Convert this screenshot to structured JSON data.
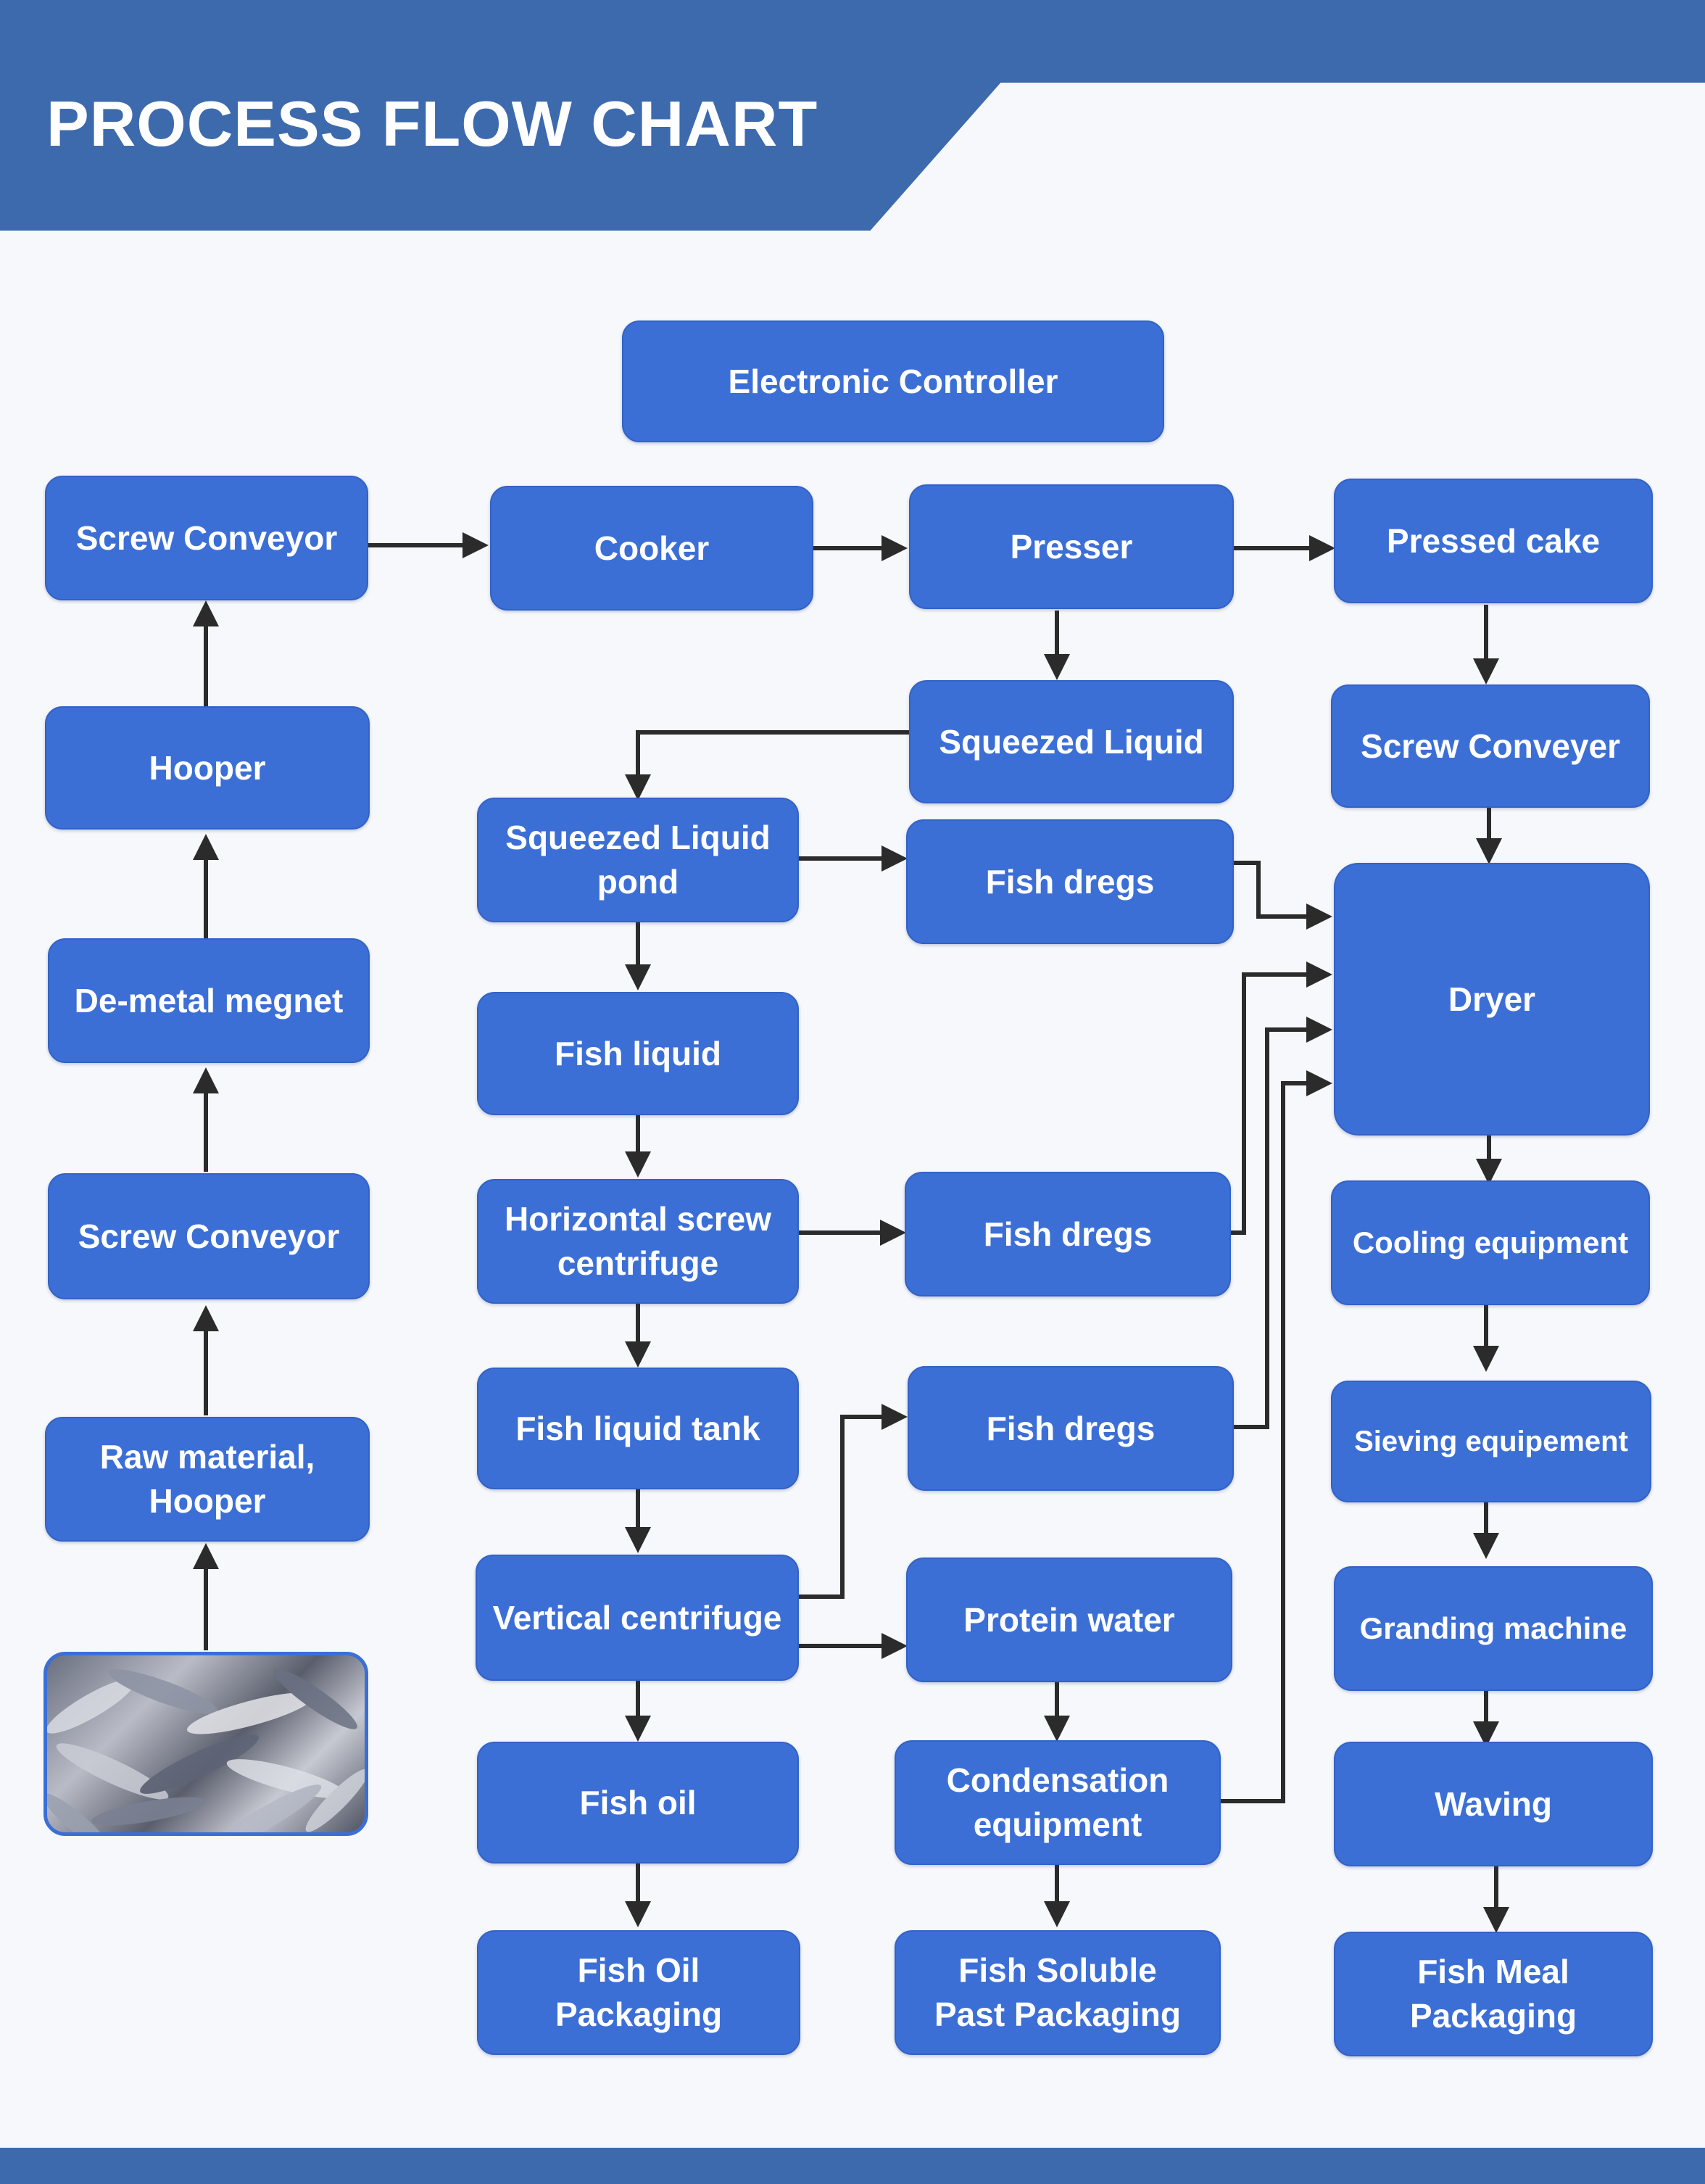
{
  "header": {
    "title": "PROCESS FLOW CHART"
  },
  "nodes": {
    "electronic_controller": "Electronic Controller",
    "screw_conveyor_top": "Screw Conveyor",
    "cooker": "Cooker",
    "presser": "Presser",
    "pressed_cake": "Pressed cake",
    "hooper": "Hooper",
    "squeezed_liquid": "Squeezed Liquid",
    "screw_conveyer": "Screw Conveyer",
    "squeezed_liquid_pond": "Squeezed Liquid\npond",
    "fish_dregs_1": "Fish dregs",
    "dryer": "Dryer",
    "de_metal_megnet": "De-metal megnet",
    "fish_liquid": "Fish liquid",
    "screw_conveyor_bottom": "Screw Conveyor",
    "horizontal_screw_centrifuge": "Horizontal screw\ncentrifuge",
    "fish_dregs_2": "Fish dregs",
    "cooling_equipment": "Cooling equipment",
    "raw_material_hooper": "Raw material,\nHooper",
    "fish_liquid_tank": "Fish liquid tank",
    "fish_dregs_3": "Fish dregs",
    "sieving_equipement": "Sieving equipement",
    "vertical_centrifuge": "Vertical centrifuge",
    "protein_water": "Protein water",
    "granding_machine": "Granding machine",
    "fish_oil": "Fish oil",
    "condensation_equipment": "Condensation\nequipment",
    "waving": "Waving",
    "fish_oil_packaging": "Fish Oil\nPackaging",
    "fish_soluble_past_packaging": "Fish Soluble\nPast Packaging",
    "fish_meal_packaging": "Fish Meal\nPackaging"
  },
  "colors": {
    "banner": "#3d6aad",
    "node_fill": "#3c6fd6",
    "node_text": "#ffffff",
    "connector": "#2b2b2b",
    "background": "#f7f8fb"
  },
  "images": {
    "raw_fish_photo": "pile of raw fish (mackerel)"
  }
}
